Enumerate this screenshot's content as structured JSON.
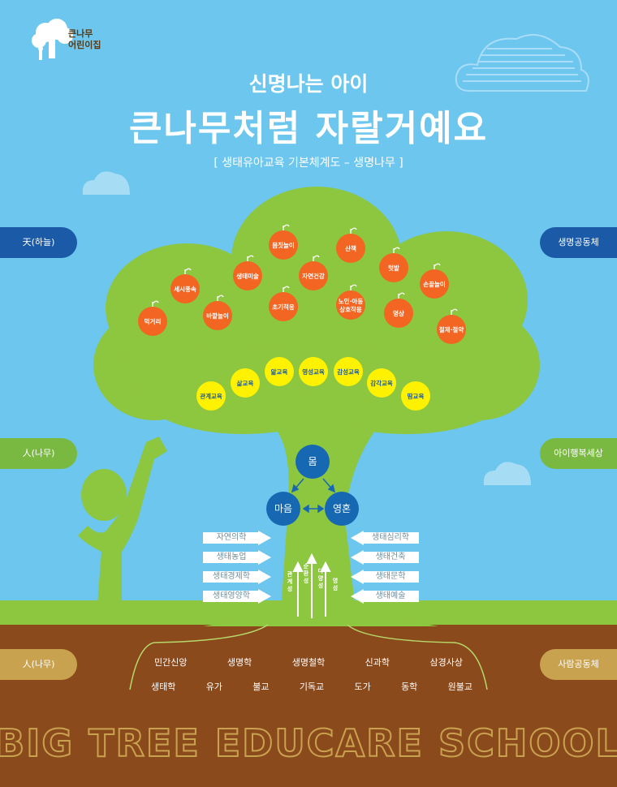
{
  "logo": {
    "line1": "큰나무",
    "line2": "어린이집"
  },
  "header": {
    "subtitle": "신명나는 아이",
    "title": "큰나무처럼 자랄거예요",
    "caption": "[ 생태유아교육 기본체계도 – 생명나무 ]"
  },
  "side_labels": {
    "left": [
      "天(하늘)",
      "人(나무)",
      "人(나무)"
    ],
    "right": [
      "생명공동체",
      "아이행복세상",
      "사람공동체"
    ]
  },
  "fruits_orange": [
    "몸짓놀이",
    "산책",
    "세시풍속",
    "생태미술",
    "자연건강",
    "텃밭",
    "손끝놀이",
    "먹거리",
    "바깥놀이",
    "초기적응",
    "노인·아동 상호작용",
    "명상",
    "절제·절약"
  ],
  "fruits_yellow": [
    "관계교육",
    "삶교육",
    "앎교육",
    "영성교육",
    "감성교육",
    "감각교육",
    "땀교육"
  ],
  "core": {
    "top": "몸",
    "left": "마음",
    "right": "영혼"
  },
  "left_arrows": [
    "자연의학",
    "생태농업",
    "생태경제학",
    "생태영양학"
  ],
  "right_arrows": [
    "생태심리학",
    "생태건축",
    "생태문학",
    "생태예술"
  ],
  "trunk_labels": [
    "관계성",
    "순환성",
    "다양성",
    "영성"
  ],
  "roots_row1": [
    "민간신앙",
    "생명학",
    "생명철학",
    "신과학",
    "삼경사상"
  ],
  "roots_row2": [
    "생태학",
    "유가",
    "불교",
    "기독교",
    "도가",
    "동학",
    "원불교"
  ],
  "footer": "BIG TREE EDUCARE SCHOOL",
  "colors": {
    "sky": "#6cc6ee",
    "soil": "#8b4a1c",
    "tree": "#8dc63f",
    "fruit_orange": "#f26522",
    "fruit_yellow": "#fff200",
    "core_blue": "#1768b3",
    "pill_navy": "#1a5aa6",
    "pill_green": "#7ab941",
    "pill_tan": "#c9a24f"
  }
}
